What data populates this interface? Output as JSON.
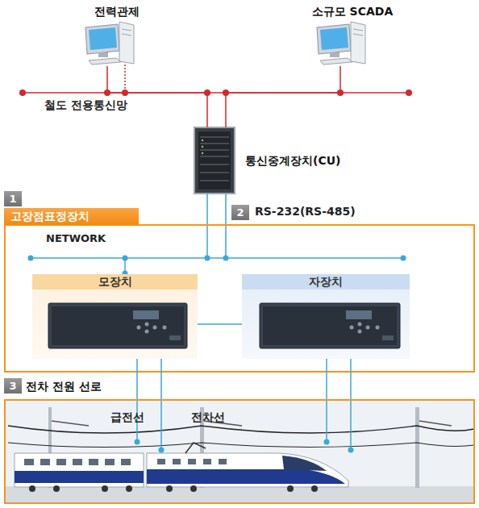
{
  "diagram": {
    "nodes": [
      {
        "text": [
          "전력관제"
        ]
      },
      {
        "text": [
          "소규모 SCADA"
        ]
      },
      {
        "text": [
          "통신중계장치(CU)"
        ]
      },
      {
        "text": [
          "고장점표정장치"
        ]
      },
      {
        "text": [
          "모장치"
        ],
        "in": 3
      },
      {
        "text": [
          "자장치"
        ],
        "in": 3
      },
      {
        "text": [
          "전차 전원 선로"
        ]
      }
    ],
    "edges": [
      {
        "from": 0,
        "to": 2,
        "arrow": "none"
      },
      {
        "from": 1,
        "to": 2,
        "arrow": "none"
      },
      {
        "from": 2,
        "to": 3,
        "label": "RS-232(RS-485)",
        "arrow": "none"
      },
      {
        "from": 4,
        "to": 5,
        "arrow": "none"
      },
      {
        "from": 4,
        "to": 6,
        "arrow": "none"
      },
      {
        "from": 5,
        "to": 6,
        "arrow": "none"
      }
    ],
    "labels": [
      "철도 전용통신망",
      "1",
      "2",
      "NETWORK",
      "3",
      "급전선",
      "전차선"
    ]
  }
}
